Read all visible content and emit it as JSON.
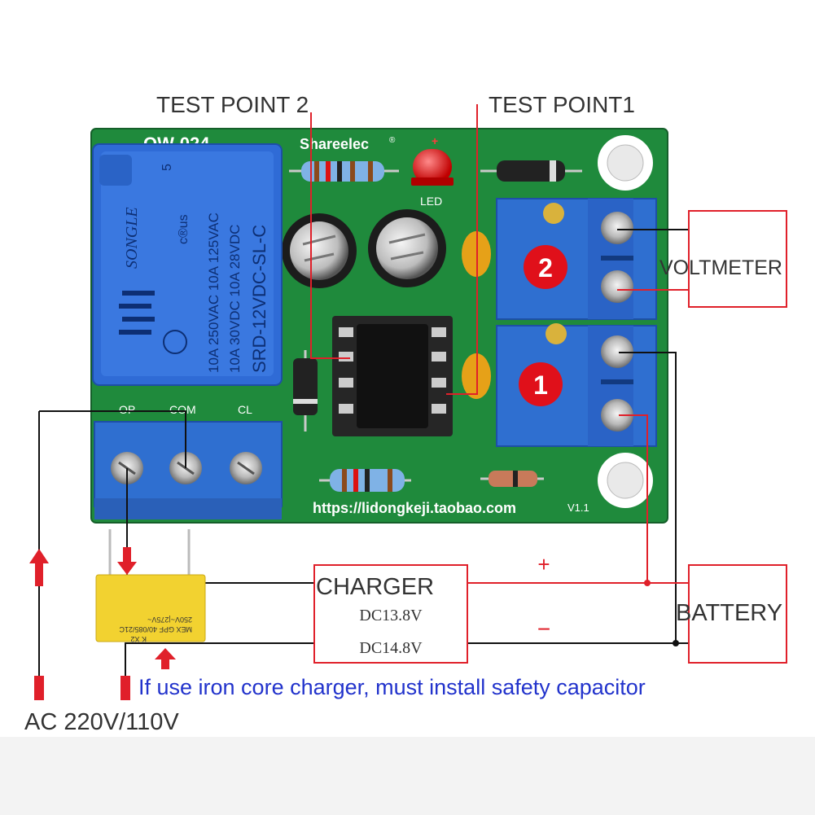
{
  "labels": {
    "test_point_2": "TEST POINT 2",
    "test_point_1": "TEST POINT1",
    "voltmeter": "VOLTMETER",
    "battery": "BATTERY",
    "charger": "CHARGER",
    "dc_low": "DC13.8V",
    "dc_high": "DC14.8V",
    "plus": "+",
    "minus": "−",
    "ac": "AC 220V/110V",
    "note": "If use iron core charger, must install safety capacitor"
  },
  "board": {
    "model": "QW-024",
    "brand": "Shareelec",
    "brand_mark": "®",
    "url": "https://lidongkeji.taobao.com",
    "version": "V1.1",
    "led_label": "LED",
    "led_plus": "+",
    "relay_terminals": [
      "OP",
      "COM",
      "CL"
    ],
    "trimpot_1": "1",
    "trimpot_2": "2"
  },
  "relay": {
    "brand": "SONGLE",
    "spec_lines": [
      "10A 250VAC  10A 125VAC",
      "10A 30VDC   10A 28VDC",
      "SRD-12VDC-SL-C"
    ],
    "cert": "c®us",
    "pin_count": "5"
  },
  "capacitor": {
    "text_lines": [
      "250V~|275V~",
      "MEX GPF 40/085/21C",
      "K  X2"
    ]
  },
  "colors": {
    "pcb": "#1f8a3c",
    "terminal": "#2f6fd0",
    "wire_red": "#e0202a",
    "wire_black": "#111111",
    "box_border": "#e0202a",
    "note_text": "#2233cc",
    "relay": "#2f6bd6",
    "cap_yellow": "#f2d230"
  }
}
